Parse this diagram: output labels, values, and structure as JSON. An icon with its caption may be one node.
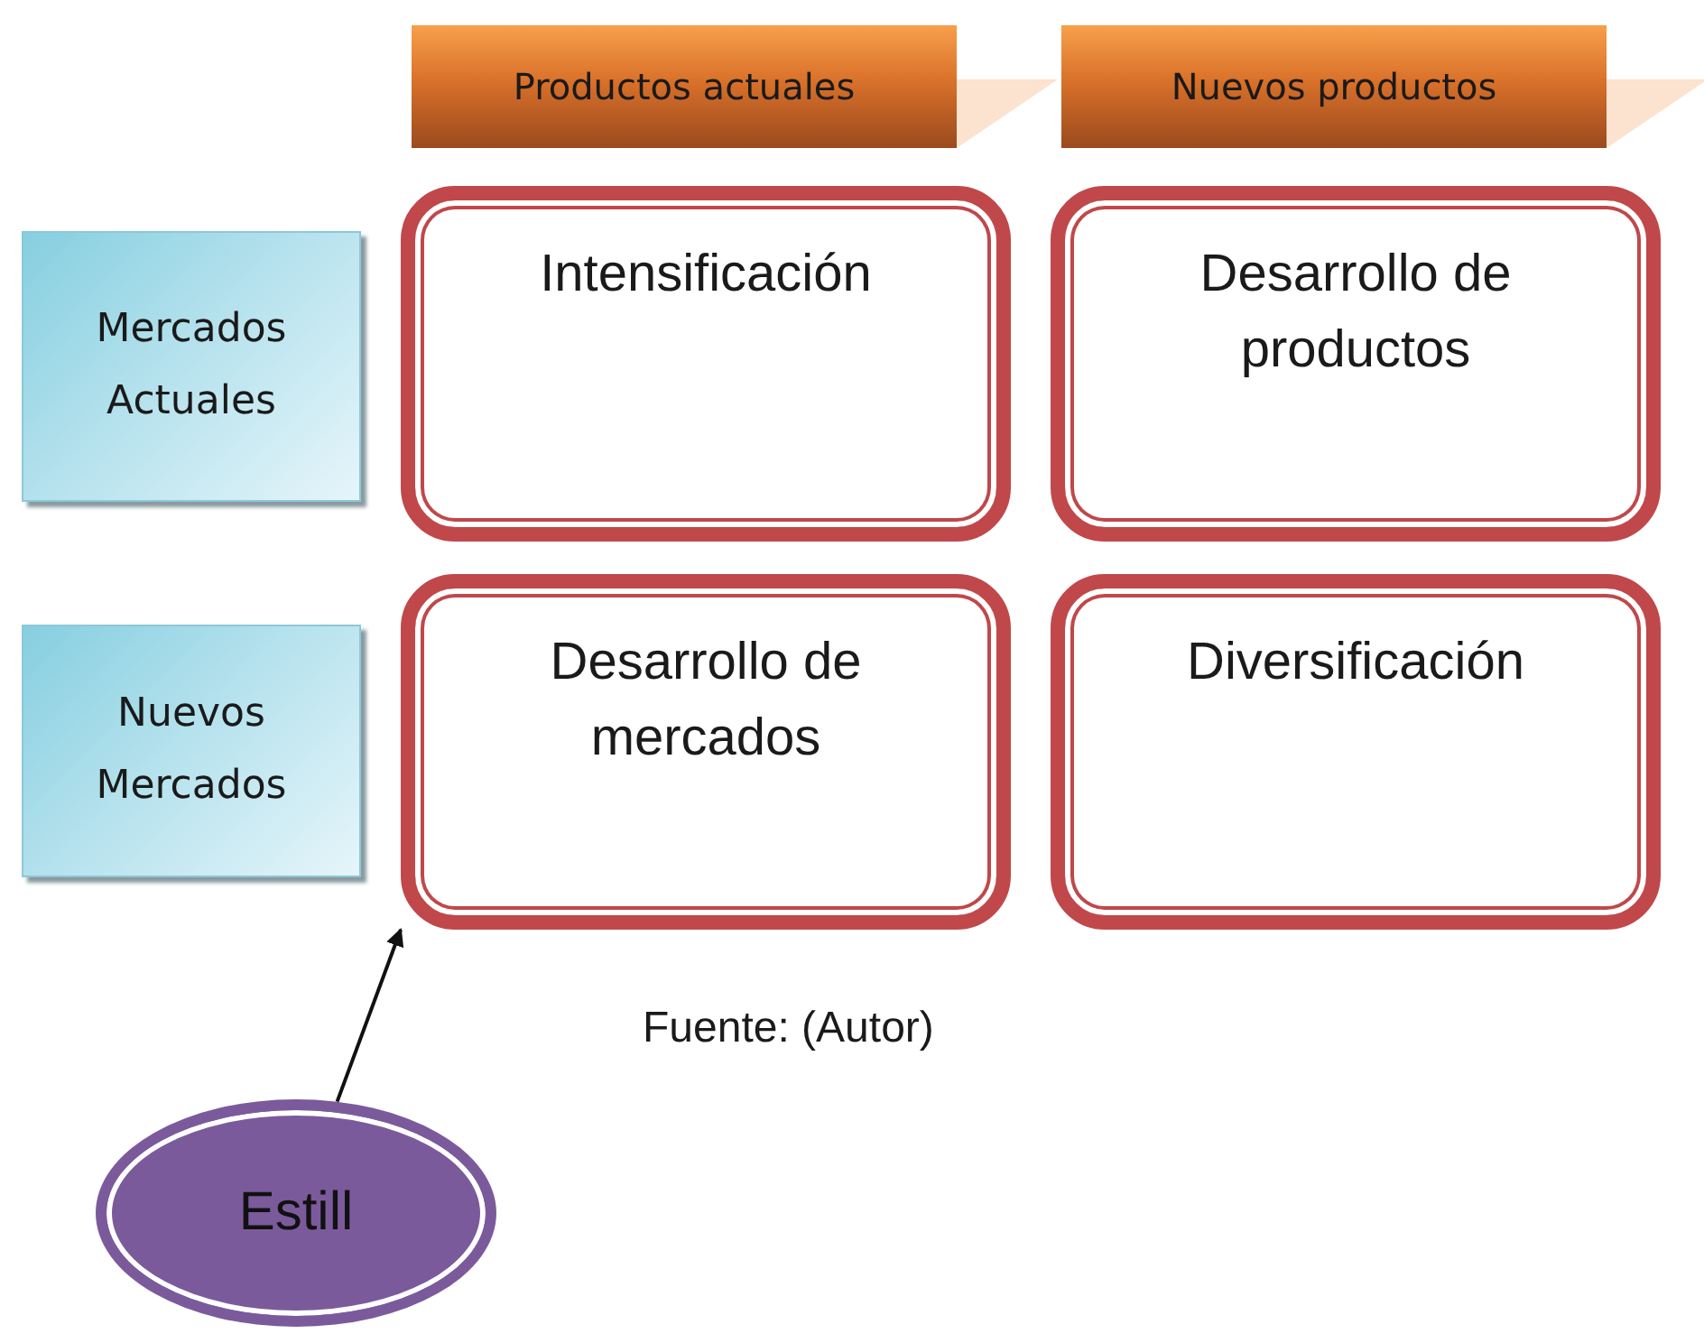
{
  "diagram": {
    "nodes": [
      {
        "text": [
          "Productos actuales"
        ]
      },
      {
        "text": [
          "Nuevos productos"
        ]
      },
      {
        "text": [
          "Mercados Actuales"
        ]
      },
      {
        "text": [
          "Intensificación"
        ]
      },
      {
        "text": [
          "Desarrollo de productos"
        ]
      },
      {
        "text": [
          "Nuevos Mercados"
        ]
      },
      {
        "text": [
          "Desarrollo de mercados"
        ]
      },
      {
        "text": [
          "Diversificación"
        ]
      },
      {
        "text": [
          "Estill"
        ]
      }
    ],
    "edges": [
      {
        "from": 8,
        "to": 6,
        "arrow": "to"
      }
    ],
    "labels": [
      "Fuente: (Autor)"
    ]
  }
}
